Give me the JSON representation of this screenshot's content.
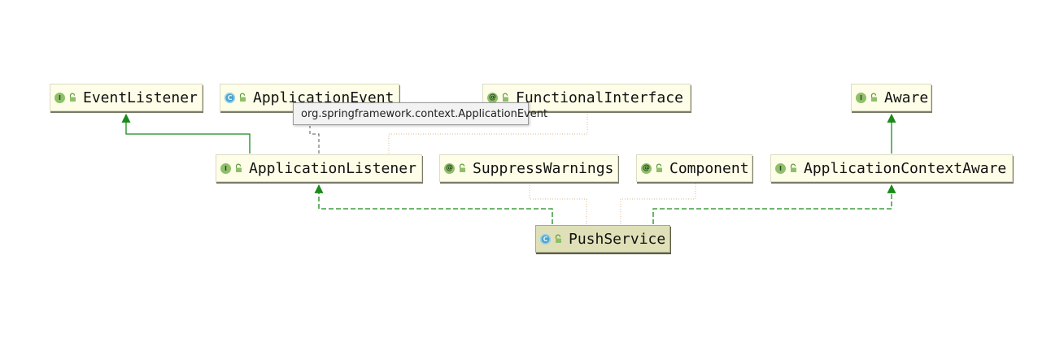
{
  "colors": {
    "extends_edge": "#1a8a1a",
    "implements_edge": "#1a8a1a",
    "annotation_edge": "#e2c6a2",
    "node_fill": "#fdfde8",
    "selected_node_fill": "#e0e0b8"
  },
  "nodes": {
    "event_listener": {
      "label": "EventListener",
      "kind": "interface"
    },
    "application_event": {
      "label": "ApplicationEvent",
      "kind": "class"
    },
    "functional_interface": {
      "label": "FunctionalInterface",
      "kind": "annotation"
    },
    "aware": {
      "label": "Aware",
      "kind": "interface"
    },
    "application_listener": {
      "label": "ApplicationListener",
      "kind": "interface"
    },
    "suppress_warnings": {
      "label": "SuppressWarnings",
      "kind": "annotation"
    },
    "component": {
      "label": "Component",
      "kind": "annotation"
    },
    "application_context_aware": {
      "label": "ApplicationContextAware",
      "kind": "interface"
    },
    "push_service": {
      "label": "PushService",
      "kind": "class"
    }
  },
  "tooltip": {
    "text": "org.springframework.context.ApplicationEvent"
  }
}
